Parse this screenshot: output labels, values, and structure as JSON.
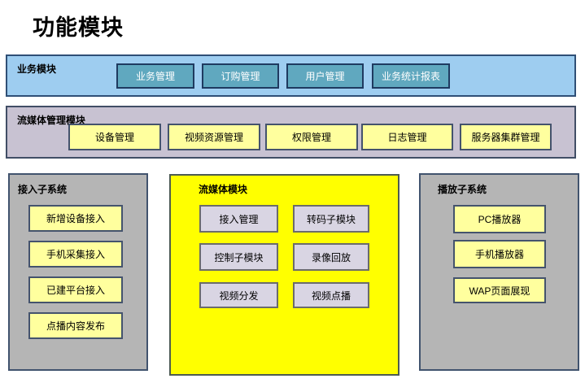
{
  "page": {
    "title": "功能模块"
  },
  "bands": [
    {
      "label": "业务模块",
      "buttons": [
        "业务管理",
        "订购管理",
        "用户管理",
        "业务统计报表"
      ]
    },
    {
      "label": "流媒体管理模块",
      "buttons": [
        "设备管理",
        "视频资源管理",
        "权限管理",
        "日志管理",
        "服务器集群管理"
      ]
    }
  ],
  "columns": [
    {
      "label": "接入子系统",
      "buttons": [
        "新增设备接入",
        "手机采集接入",
        "已建平台接入",
        "点播内容发布"
      ]
    },
    {
      "label": "流媒体模块",
      "buttons": [
        "接入管理",
        "转码子模块",
        "控制子模块",
        "录像回放",
        "视频分发",
        "视频点播"
      ]
    },
    {
      "label": "播放子系统",
      "buttons": [
        "PC播放器",
        "手机播放器",
        "WAP页面展现"
      ]
    }
  ],
  "colors": {
    "band_blue_bg": "#9ecdf0",
    "teal_button_bg": "#60a8bf",
    "band_lavender_bg": "#c8c2d2",
    "yellow_button_bg": "#ffff9e",
    "panel_gray_bg": "#b5b5b5",
    "panel_yellow_bg": "#ffff00",
    "lavender_button_bg": "#d9d5e3"
  }
}
